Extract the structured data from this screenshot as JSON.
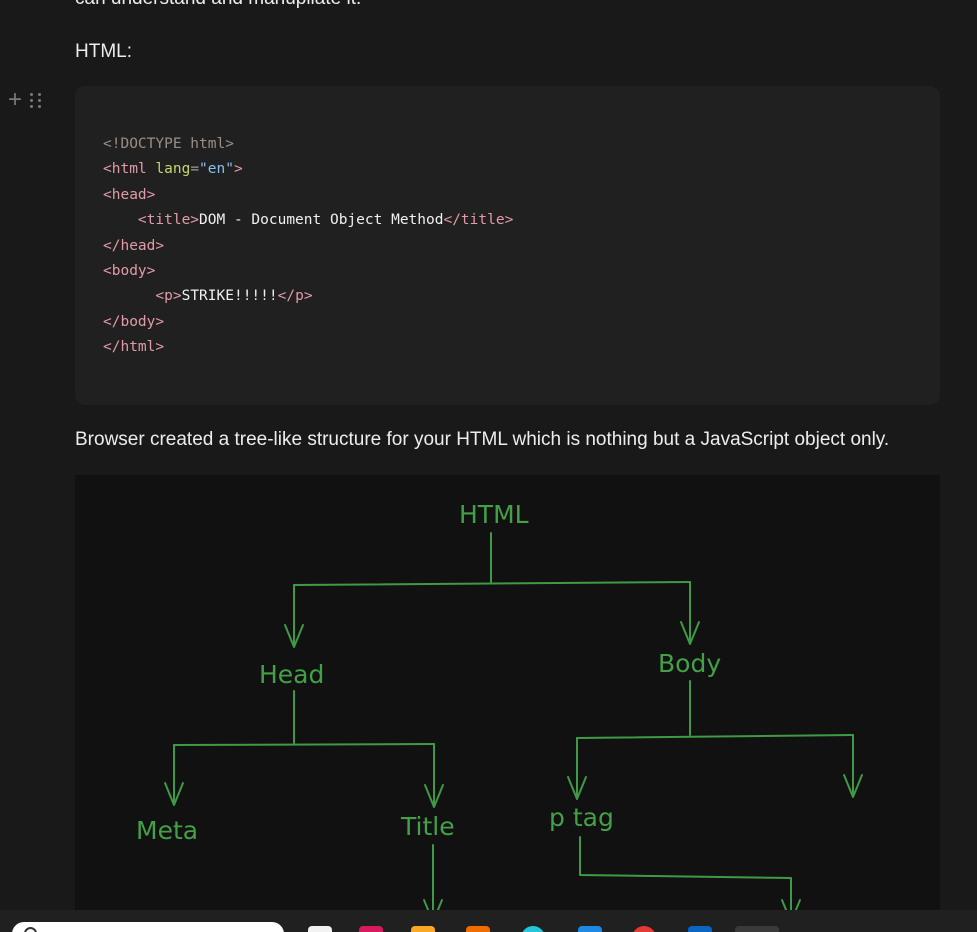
{
  "text": {
    "intro_tail": "can understand and manupilate it.",
    "html_label": "HTML:",
    "paragraph": "Browser created a tree-like structure for your HTML which is nothing but a JavaScript object only."
  },
  "code": {
    "doctype": "<!DOCTYPE html>",
    "html_open_tag": "<html",
    "lang_attr": "lang",
    "eq": "=",
    "lang_value": "\"en\"",
    "close_bracket": ">",
    "head_open": "<head>",
    "title_open": "<title>",
    "title_text": "DOM - Document Object Method",
    "title_close": "</title>",
    "head_close": "</head>",
    "body_open": "<body>",
    "p_open": "<p>",
    "p_text": "STRIKE!!!!!",
    "p_close": "</p>",
    "body_close": "</body>",
    "html_close": "</html>"
  },
  "diagram": {
    "nodes": {
      "html": "HTML",
      "head": "Head",
      "body": "Body",
      "meta": "Meta",
      "title": "Title",
      "ptag": "p tag"
    },
    "stroke_color": "#3f9a45",
    "label_color": "#43a047"
  },
  "colors": {
    "background": "#191919",
    "code_background": "#202020",
    "diagram_background": "#111111"
  },
  "icons": {
    "add_block": "plus-icon",
    "drag_block": "drag-handle-icon",
    "search": "search-icon"
  }
}
